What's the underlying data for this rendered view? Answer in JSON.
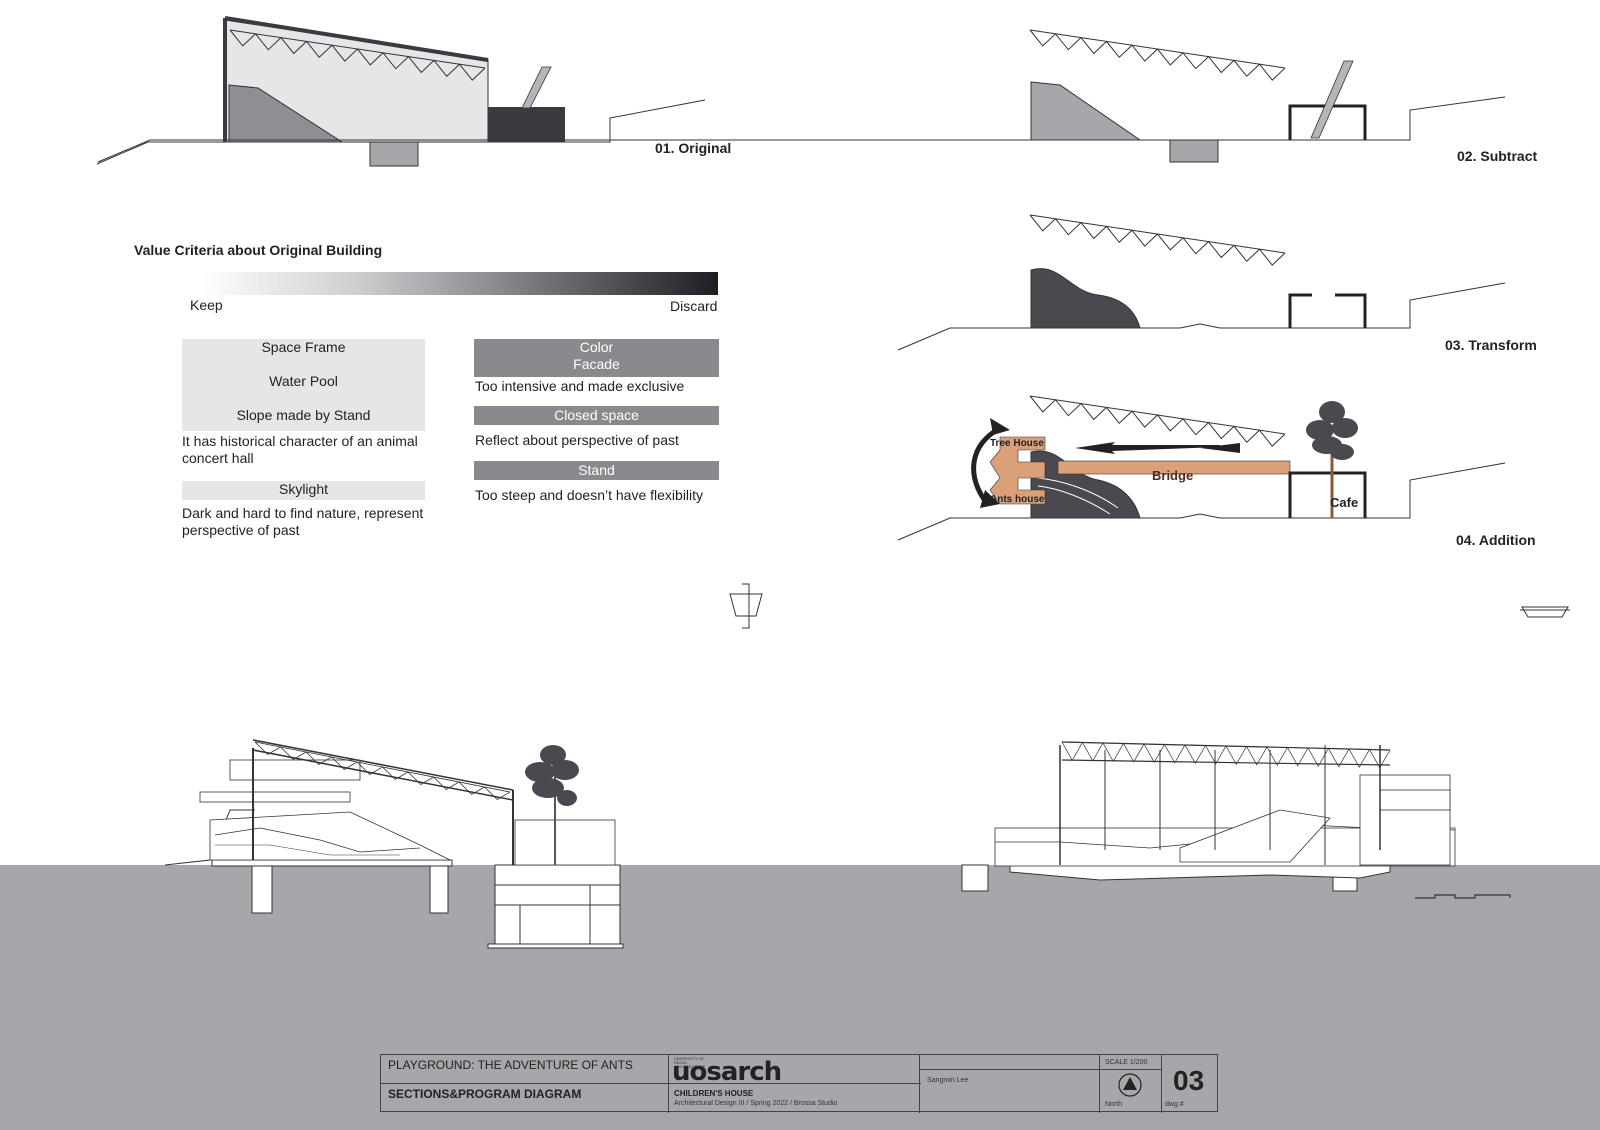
{
  "stages": [
    {
      "label": "01. Original"
    },
    {
      "label": "02. Subtract"
    },
    {
      "label": "03. Transform"
    },
    {
      "label": "04. Addition"
    }
  ],
  "value_criteria": {
    "title": "Value Criteria about Original Building",
    "scale_left": "Keep",
    "scale_right": "Discard",
    "keep_group": {
      "items": [
        "Space Frame",
        "Water Pool",
        "Slope made by Stand"
      ],
      "description": "It has historical character of an animal concert hall"
    },
    "skylight": {
      "label": "Skylight",
      "description": "Dark and hard to find nature, represent perspective of past"
    },
    "color_facade": {
      "line1": "Color",
      "line2": "Facade",
      "description": "Too intensive and made exclusive"
    },
    "closed_space": {
      "label": "Closed space",
      "description": "Reflect about perspective of past"
    },
    "stand": {
      "label": "Stand",
      "description": "Too steep and doesn’t have flexibility"
    }
  },
  "addition_labels": {
    "tree_house": "Tree House",
    "ants_house": "Ants house",
    "bridge": "Bridge",
    "cafe": "Cafe"
  },
  "title_block": {
    "project_title": "PLAYGROUND: THE ADVENTURE OF ANTS",
    "sheet_title": "SECTIONS&PROGRAM DIAGRAM",
    "logo": "uosarch",
    "logo_small": "UNIVERSITY OF SEOUL ARCHITECTURE",
    "building": "CHILDREN'S HOUSE",
    "course": "Architectural Design III / Spring 2022 / Brossa Studio",
    "author": "Sangmin Lee",
    "scale": "SCALE 1/200",
    "north": "North",
    "dwg_number": "03",
    "dwg_label": "dwg #"
  },
  "colors": {
    "ground": "#a8a6ab",
    "accent_wood": "#dba077",
    "dark": "#3b3a40",
    "light_gray": "#e6e5e8"
  }
}
